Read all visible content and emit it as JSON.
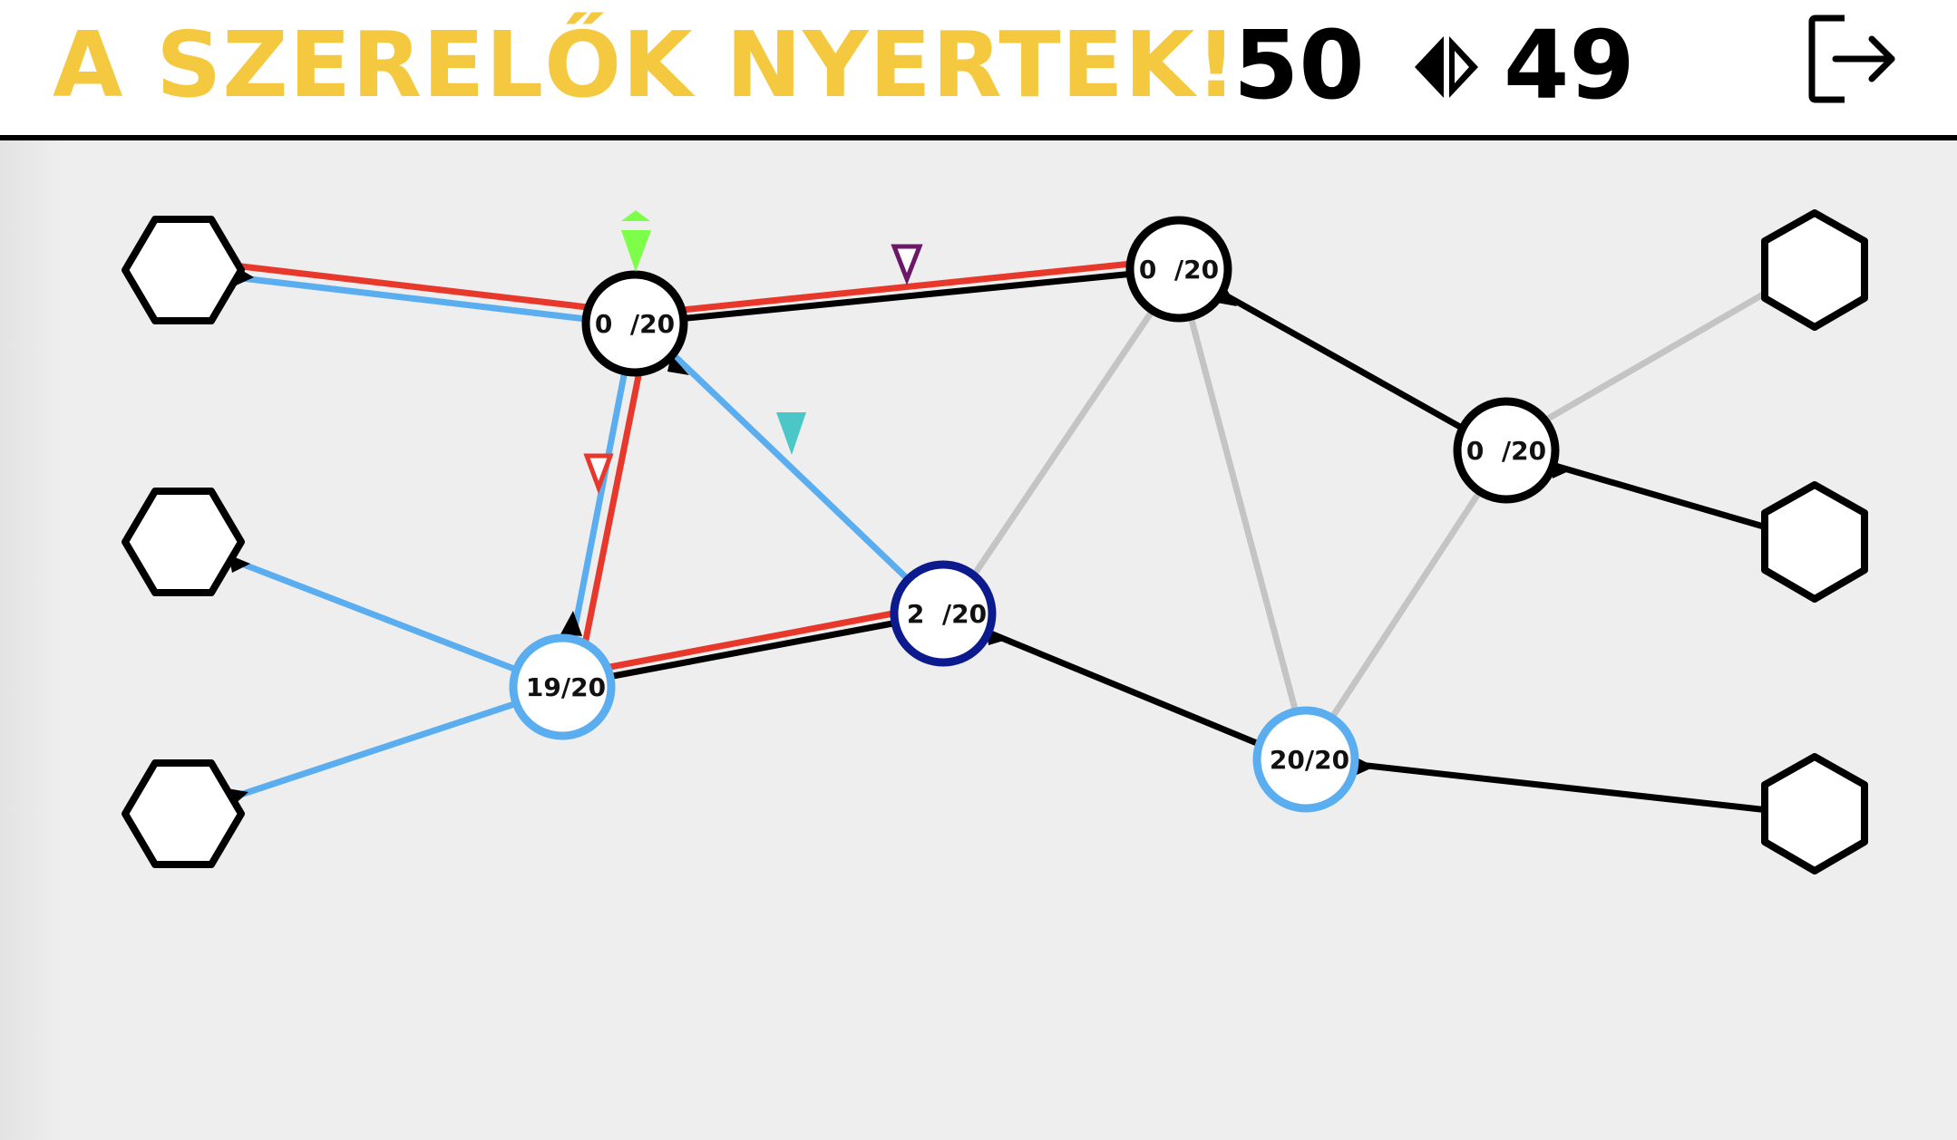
{
  "header": {
    "banner": "A SZERELŐK NYERTEK!",
    "banner_color": "#f5c93f",
    "score_left": "50",
    "score_right": "49",
    "versus_icon": "split-diamond-icon",
    "exit_icon": "logout-arrow-icon"
  },
  "colors": {
    "line_inactive": "#c4c4c4",
    "line_dark": "#000000",
    "line_red": "#e8372b",
    "line_blue": "#5aaef0",
    "ring_black": "#000000",
    "ring_light_blue": "#5aaef0",
    "ring_navy": "#0b1a8c",
    "marker_green": "#7dff4a",
    "marker_teal": "#4cc7c7",
    "marker_purple": "#6b1868",
    "marker_red": "#e8372b"
  },
  "nodes": [
    {
      "id": "n1",
      "label": "0  /20",
      "ring": "black"
    },
    {
      "id": "n2",
      "label": "0  /20",
      "ring": "black"
    },
    {
      "id": "n3",
      "label": "0  /20",
      "ring": "black"
    },
    {
      "id": "n4",
      "label": "19/20",
      "ring": "light_blue"
    },
    {
      "id": "n5",
      "label": "2  /20",
      "ring": "navy"
    },
    {
      "id": "n6",
      "label": "20/20",
      "ring": "light_blue"
    }
  ],
  "hexagons": [
    {
      "id": "h1",
      "name": "hex-left-top"
    },
    {
      "id": "h2",
      "name": "hex-left-middle"
    },
    {
      "id": "h3",
      "name": "hex-left-bottom"
    },
    {
      "id": "h4",
      "name": "hex-right-top"
    },
    {
      "id": "h5",
      "name": "hex-right-middle"
    },
    {
      "id": "h6",
      "name": "hex-right-bottom"
    }
  ],
  "markers": [
    {
      "name": "green-player-marker",
      "color": "marker_green",
      "style": "solid-with-cap"
    },
    {
      "name": "teal-player-marker",
      "color": "marker_teal",
      "style": "solid"
    },
    {
      "name": "purple-player-marker",
      "color": "marker_purple",
      "style": "outline"
    },
    {
      "name": "red-player-marker",
      "color": "marker_red",
      "style": "outline"
    }
  ]
}
